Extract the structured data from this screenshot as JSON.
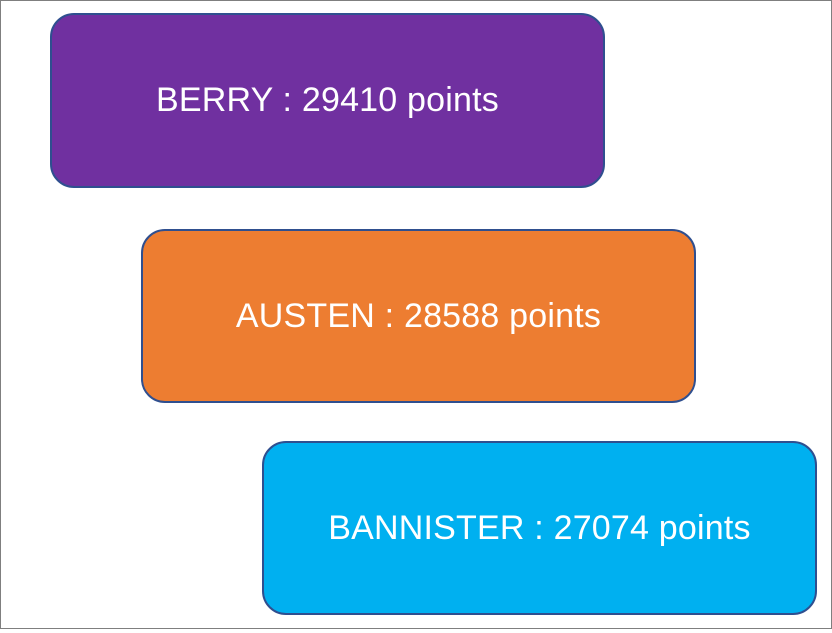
{
  "scores": [
    {
      "label": "BERRY : 29410 points",
      "name": "BERRY",
      "points": 29410,
      "color": "#7030a0"
    },
    {
      "label": "AUSTEN : 28588 points",
      "name": "AUSTEN",
      "points": 28588,
      "color": "#ed7d31"
    },
    {
      "label": "BANNISTER : 27074 points",
      "name": "BANNISTER",
      "points": 27074,
      "color": "#00b0f0"
    }
  ]
}
